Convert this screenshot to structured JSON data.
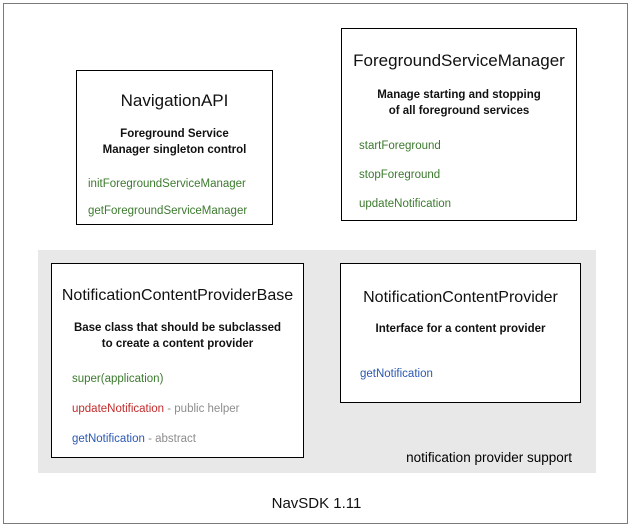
{
  "diagram": {
    "footer": "NavSDK 1.11",
    "group_panel": {
      "label": "notification provider support"
    },
    "boxes": [
      {
        "id": "navigation-api",
        "title": "NavigationAPI",
        "description_lines": [
          "Foreground Service",
          "Manager singleton control"
        ],
        "methods": [
          {
            "name": "initForegroundServiceManager",
            "note": "",
            "color_key": "green"
          },
          {
            "name": "getForegroundServiceManager",
            "note": "",
            "color_key": "green"
          }
        ]
      },
      {
        "id": "foreground-service-manager",
        "title": "ForegroundServiceManager",
        "description_lines": [
          "Manage starting and stopping",
          "of all foreground services"
        ],
        "methods": [
          {
            "name": "startForeground",
            "note": "",
            "color_key": "green"
          },
          {
            "name": "stopForeground",
            "note": "",
            "color_key": "green"
          },
          {
            "name": "updateNotification",
            "note": "",
            "color_key": "green"
          }
        ]
      },
      {
        "id": "notification-content-provider-base",
        "title": "NotificationContentProviderBase",
        "description_lines": [
          "Base class that should be subclassed",
          "to create a content provider"
        ],
        "methods": [
          {
            "name": "super(application)",
            "note": "",
            "color_key": "green"
          },
          {
            "name": "updateNotification",
            "note": " - public helper",
            "color_key": "red"
          },
          {
            "name": "getNotification",
            "note": " - abstract",
            "color_key": "blue"
          }
        ]
      },
      {
        "id": "notification-content-provider",
        "title": "NotificationContentProvider",
        "description_lines": [
          "Interface for a content provider"
        ],
        "methods": [
          {
            "name": "getNotification",
            "note": "",
            "color_key": "blue"
          }
        ]
      }
    ]
  },
  "colors": {
    "green": "#3c7a2e",
    "red": "#c32b2b",
    "blue": "#2b58b0",
    "note_gray": "#8d8d8d",
    "panel_gray": "#e8e8e8",
    "border_black": "#000000",
    "frame_gray": "#7a7a7a"
  }
}
